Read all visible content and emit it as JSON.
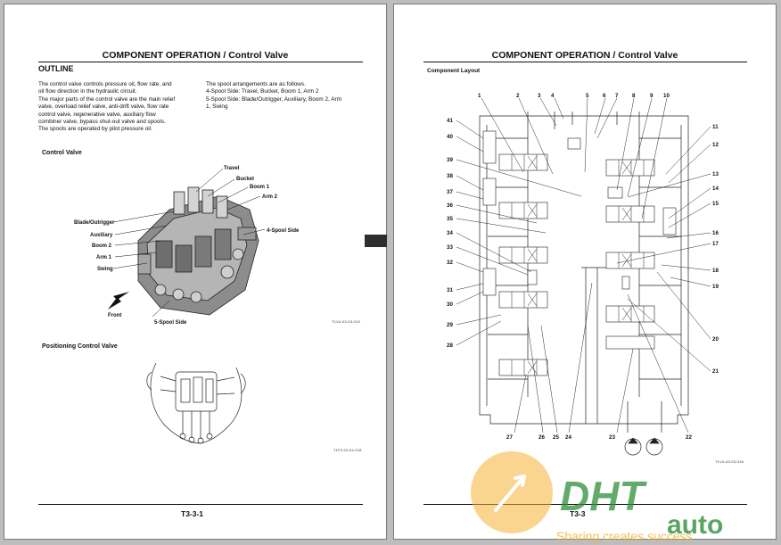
{
  "left_page": {
    "header_title": "COMPONENT OPERATION / Control Valve",
    "outline_heading": "OUTLINE",
    "outline_paragraphs": [
      "The control valve controls pressure oil, flow rate, and",
      "oil flow direction in the hydraulic circuit.",
      "The major parts of the control valve are the main relief",
      "valve, overload relief valve, anti-drift valve, flow rate",
      "control valve, regenerative valve, auxiliary flow",
      "combiner valve, bypass shut-out valve and spools.",
      "The spools are operated by pilot pressure oil."
    ],
    "spool_lines": [
      "The spool arrangements are as follows.",
      "4-Spool Side: Travel, Bucket, Boom 1, Arm 2",
      "5-Spool Side: Blade/Outrigger, Auxiliary, Boom 2, Arm",
      "1, Swing"
    ],
    "control_valve_heading": "Control Valve",
    "control_valve_labels": {
      "travel": "Travel",
      "bucket": "Bucket",
      "boom1": "Boom 1",
      "arm2": "Arm 2",
      "four_spool_side": "4-Spool Side",
      "blade_outrigger": "Blade/Outrigger",
      "auxiliary": "Auxiliary",
      "boom2": "Boom 2",
      "arm1": "Arm 1",
      "swing": "Swing",
      "front": "Front",
      "five_spool_side": "5-Spool Side"
    },
    "control_valve_code": "T1V4-03-03-019",
    "positioning_heading": "Positioning Control Valve",
    "positioning_code": "T1F3-03-04-018",
    "page_number": "T3-3-1"
  },
  "right_page": {
    "header_title": "COMPONENT OPERATION / Control Valve",
    "component_layout_heading": "Component Layout",
    "top_numbers": [
      "1",
      "2",
      "3",
      "4",
      "5",
      "6",
      "7",
      "8",
      "9",
      "10"
    ],
    "left_numbers": [
      "41",
      "40",
      "39",
      "38",
      "37",
      "36",
      "35",
      "34",
      "33",
      "32",
      "31",
      "30",
      "29",
      "28"
    ],
    "right_numbers": [
      "11",
      "12",
      "13",
      "14",
      "15",
      "16",
      "17",
      "18",
      "19",
      "20",
      "21"
    ],
    "bottom_numbers": [
      "27",
      "26",
      "25",
      "24",
      "23",
      "22"
    ],
    "layout_code": "T1V4-03-03-018",
    "page_number": "T3-3"
  },
  "watermark": {
    "brand": "DHT",
    "brand_suffix": "auto",
    "slogan": "Sharing creates success"
  },
  "colors": {
    "background": "#bdbdbd",
    "page": "#ffffff",
    "tab": "#2e2e2e",
    "watermark_orange": "#f5b335",
    "watermark_green": "#2f8f3a"
  }
}
